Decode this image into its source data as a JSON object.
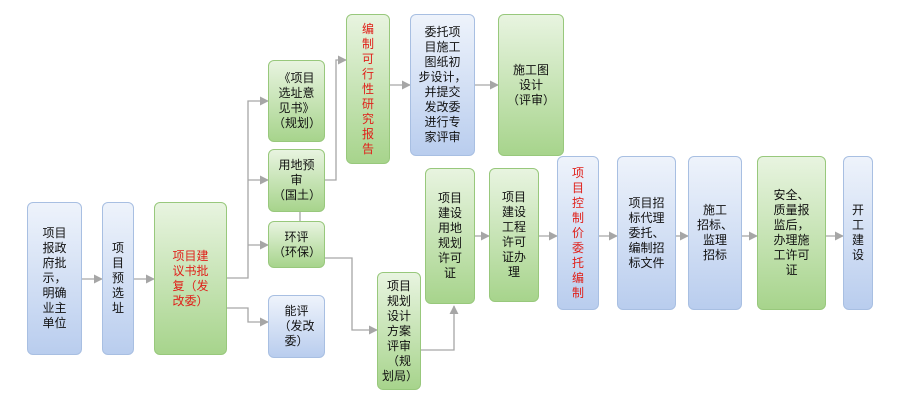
{
  "nodes": {
    "step1": {
      "text": "项目\n报政\n府批\n示，\n明确\n业主\n单位"
    },
    "step2": {
      "text": "项目\n预选\n址"
    },
    "step3": {
      "text": "项目建\n议书批\n复（发\n改委）"
    },
    "site": {
      "text": "《项目\n选址意\n见书》\n（规划）"
    },
    "land": {
      "text": "用地预审\n（国土）"
    },
    "env": {
      "text": "环评\n（环保）"
    },
    "energy": {
      "text": "能评\n（发改委）"
    },
    "feas": {
      "text": "编\n制\n可\n行\n性\n研\n究\n报\n告"
    },
    "entrust": {
      "text": "委托项\n目施工\n图纸初\n步设计，\n并提交\n发改委\n进行专\n家评审"
    },
    "drawing": {
      "text": "施工图\n设计\n（评审）"
    },
    "plan": {
      "text": "项目\n规划\n设计\n方案\n评审\n（规\n划局）"
    },
    "landuse": {
      "text": "项目\n建设\n用地\n规划\n许可\n证"
    },
    "eng": {
      "text": "项目\n建设\n工程\n许可\n证办\n理"
    },
    "cost": {
      "text": "项\n目\n控\n制\n价\n委\n托\n编\n制"
    },
    "agent": {
      "text": "项目招\n标代理\n委托、\n编制招\n标文件"
    },
    "bid": {
      "text": "施工\n招标、\n监理\n招标"
    },
    "safety": {
      "text": "安全、\n质量报\n监后，\n办理施\n工许可\n证"
    },
    "start": {
      "text": "开\n工\n建\n设"
    }
  },
  "colors": {
    "blue": "#b9cdee",
    "green": "#a7d48c",
    "highlight_text": "#e0201a",
    "connector": "#a6a6a6"
  }
}
